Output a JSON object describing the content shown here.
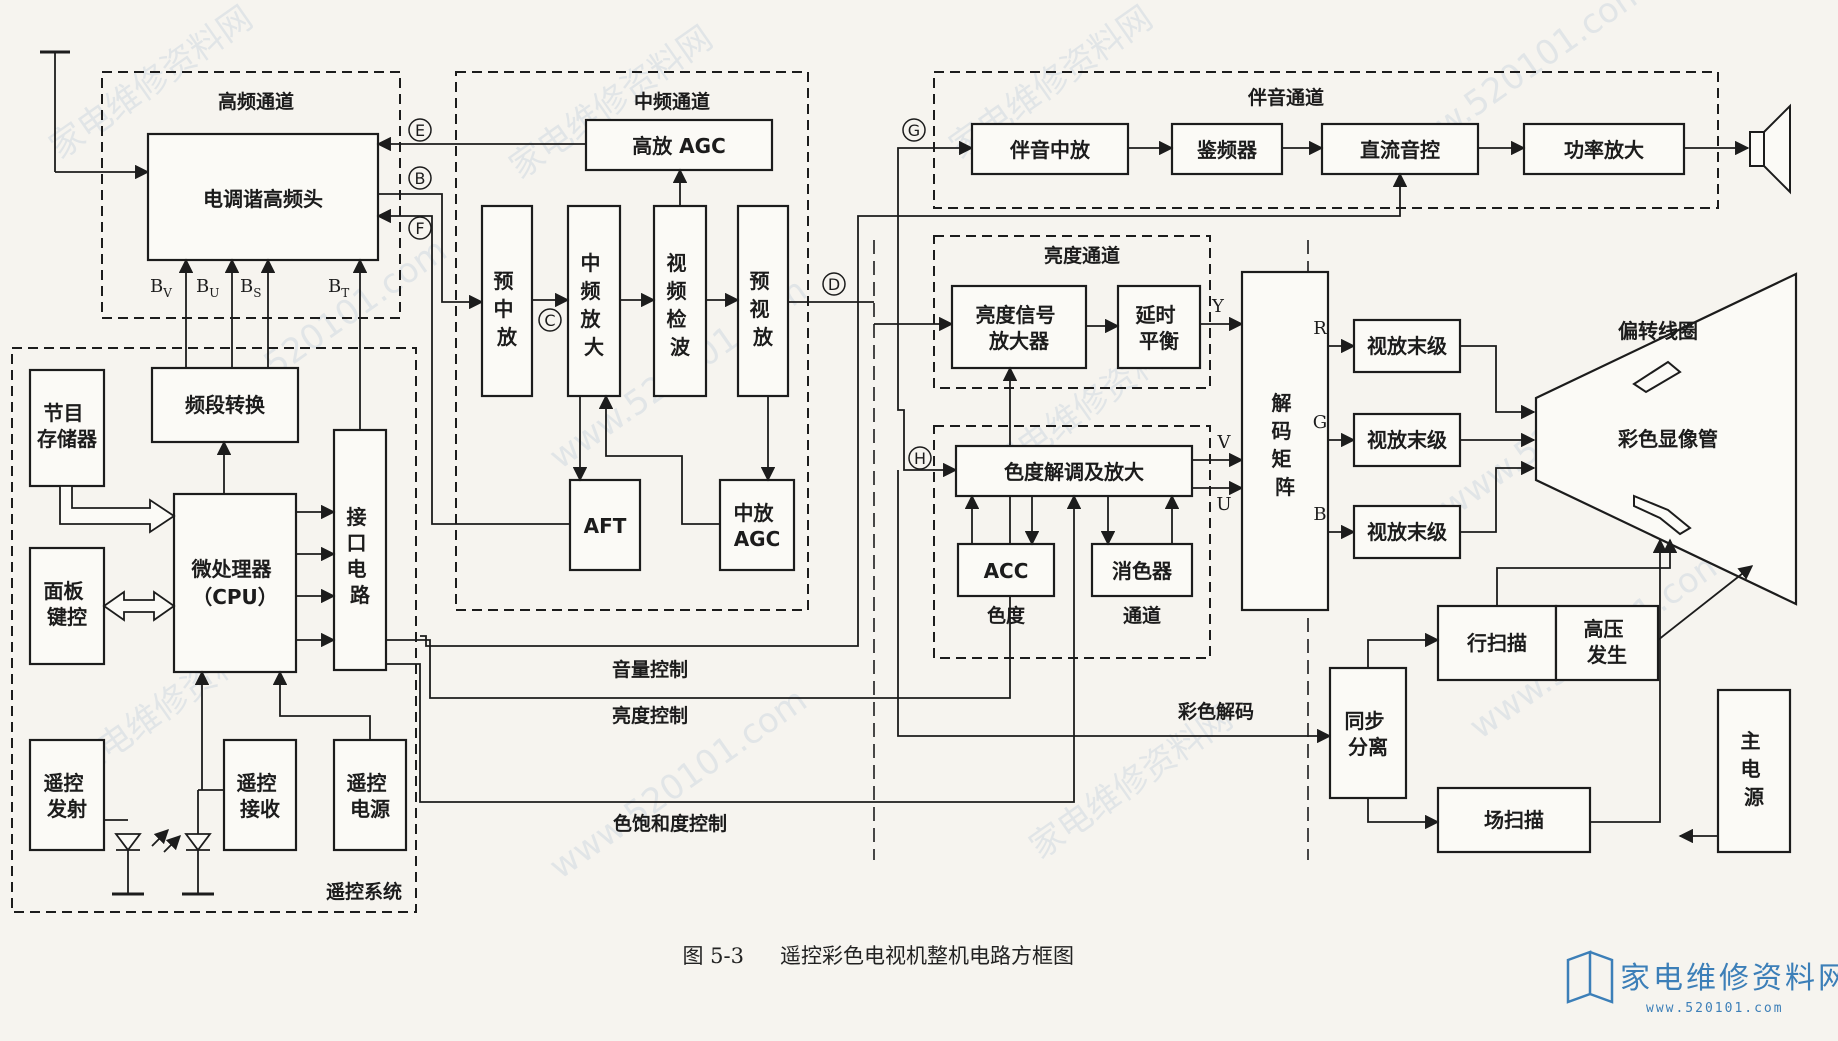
{
  "groups": {
    "rf": "高频通道",
    "if": "中频通道",
    "audio": "伴音通道",
    "luma": "亮度通道",
    "remote": "遥控系统"
  },
  "blocks": {
    "tuner": "电调谐高频头",
    "rf_agc": "高放 AGC",
    "pre_if": [
      "预",
      "中",
      "放"
    ],
    "if_amp": [
      "中",
      "频",
      "放",
      "大"
    ],
    "video_det": [
      "视",
      "频",
      "检",
      "波"
    ],
    "pre_video": [
      "预",
      "视",
      "放"
    ],
    "aft": "AFT",
    "if_agc": [
      "中放",
      "AGC"
    ],
    "band_switch": "频段转换",
    "program_memory": [
      "节目",
      "存储器"
    ],
    "cpu": [
      "微处理器",
      "（CPU）"
    ],
    "panel_keys": [
      "面板",
      "键控"
    ],
    "interface": [
      "接",
      "口",
      "电",
      "路"
    ],
    "remote_tx": [
      "遥控",
      "发射"
    ],
    "remote_rx": [
      "遥控",
      "接收"
    ],
    "remote_psu": [
      "遥控",
      "电源"
    ],
    "sound_if": "伴音中放",
    "fm_det": "鉴频器",
    "dc_volume": "直流音控",
    "power_amp": "功率放大",
    "luma_amp": [
      "亮度信号",
      "放大器"
    ],
    "delay_balance": [
      "延时",
      "平衡"
    ],
    "chroma_demod": "色度解调及放大",
    "acc": "ACC",
    "color_killer": "消色器",
    "decode_matrix": [
      "解",
      "码",
      "矩",
      "阵"
    ],
    "video_out_r": "视放末级",
    "video_out_g": "视放末级",
    "video_out_b": "视放末级",
    "crt": "彩色显像管",
    "yoke": "偏转线圈",
    "h_scan": "行扫描",
    "hv": [
      "高压",
      "发生"
    ],
    "sync_sep": [
      "同步",
      "分离"
    ],
    "v_scan": "场扫描",
    "main_psu": [
      "主",
      "电",
      "源"
    ]
  },
  "labels": {
    "volume_control": "音量控制",
    "brightness_control": "亮度控制",
    "color_decode": "彩色解码",
    "saturation_control": "色饱和度控制",
    "chroma_label": "色度",
    "channel_label": "通道"
  },
  "pins": {
    "E": "E",
    "B": "B",
    "F": "F",
    "C": "C",
    "D": "D",
    "G": "G",
    "H": "H",
    "Y": "Y",
    "V": "V",
    "U": "U",
    "R": "R",
    "Gc": "G",
    "Bc": "B",
    "bv": "B",
    "bv_sub": "V",
    "bu": "B",
    "bu_sub": "U",
    "bs": "B",
    "bs_sub": "S",
    "bt": "B",
    "bt_sub": "T"
  },
  "caption": {
    "figure_no": "图 5-3",
    "title": "遥控彩色电视机整机电路方框图"
  },
  "watermark": {
    "site_cn": "家电维修资料网",
    "site_url": "www.520101.com",
    "logo_cn": "家电维修资料网",
    "logo_url": "www.520101.com"
  }
}
